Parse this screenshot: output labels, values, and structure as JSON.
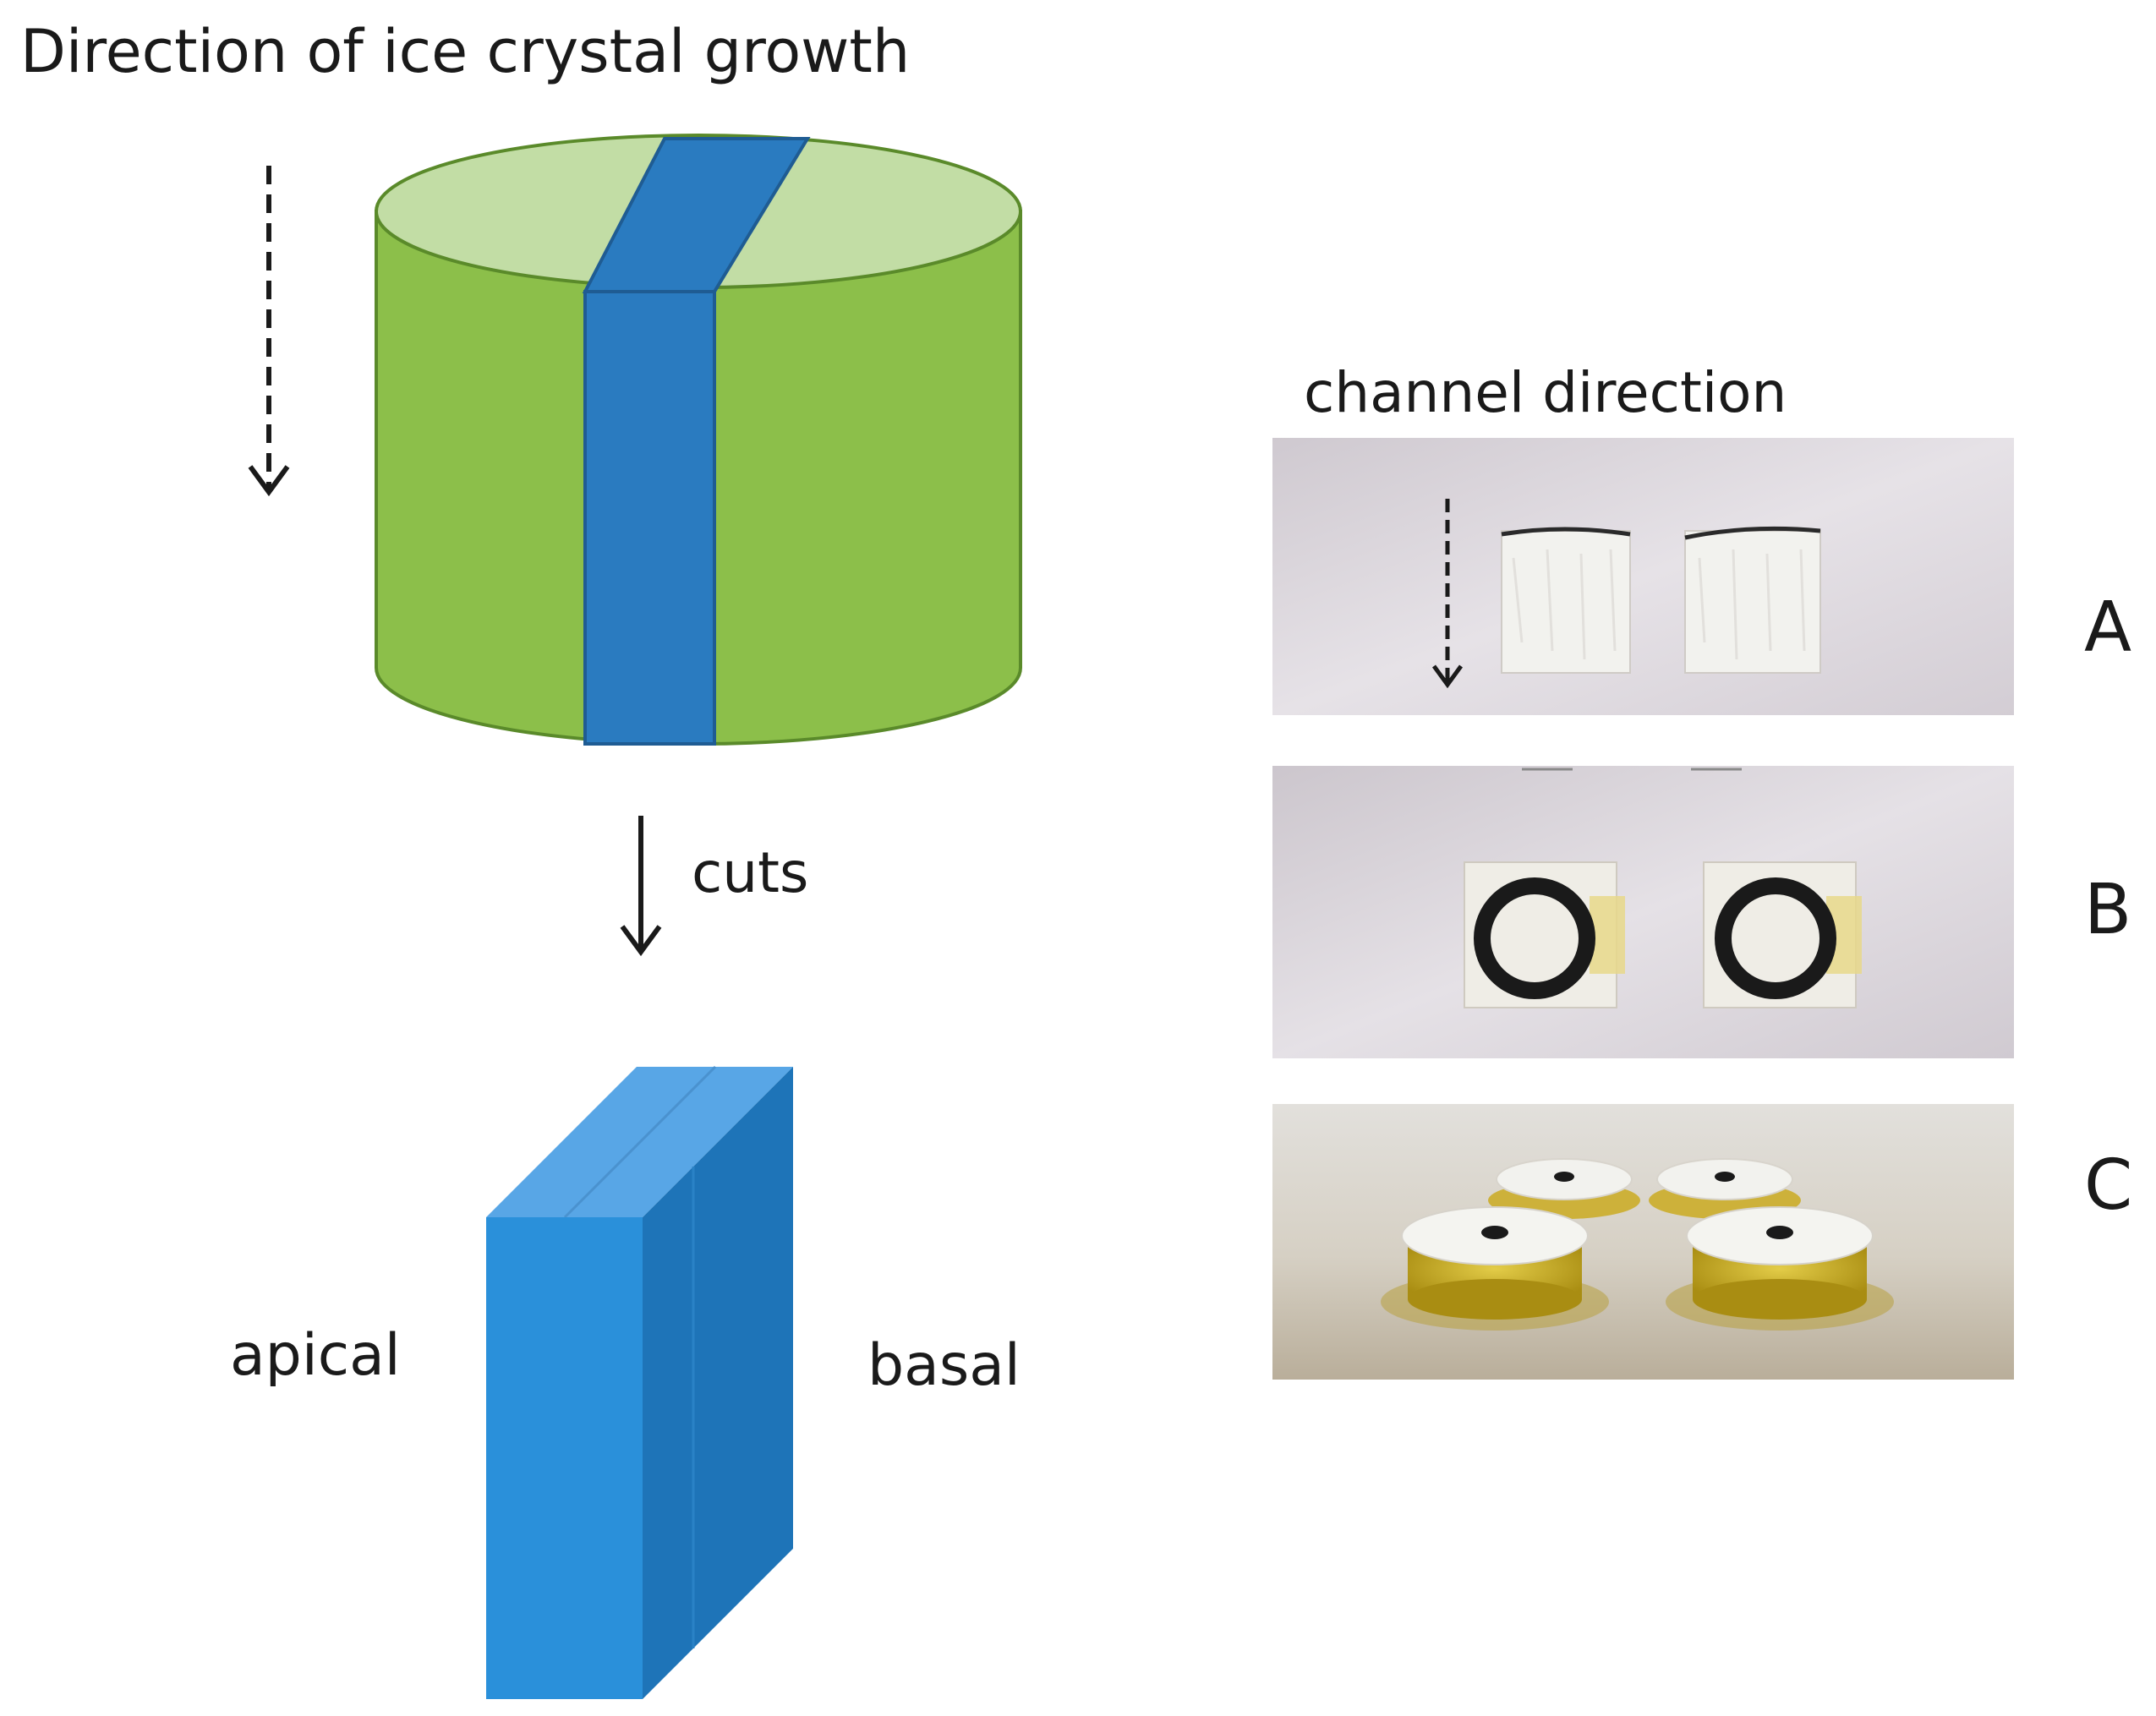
{
  "figure": {
    "title": "Direction of ice crystal growth",
    "channel_label": "channel direction",
    "cuts_label": "cuts",
    "apical_label": "apical",
    "basal_label": "basal",
    "panels": [
      {
        "letter": "A",
        "content": "two cut scaffold squares on a white surface with a dashed downward channel-direction arrow"
      },
      {
        "letter": "B",
        "content": "two scaffold squares each fitted with a black rubber o-ring"
      },
      {
        "letter": "C",
        "content": "four mounted samples in yellow holders with white caps"
      }
    ]
  },
  "colors": {
    "cylinder_body": "#8CBF4A",
    "cylinder_top": "#C2DDA5",
    "cylinder_outline": "#5A8A2A",
    "blue_band": "#2A7BC0",
    "blue_band_outline": "#1F5C93",
    "block_front": "#2A90DA",
    "block_top": "#58A6E6",
    "block_side": "#1E74B8",
    "photo_bg_a": "#E1DDE2",
    "photo_bg_c": "#D2CBBD",
    "sample_white": "#F2F2EE",
    "oring_black": "#1A1A1A",
    "holder_yellow": "#C9AE1E"
  },
  "icons": [
    "dashed-down-arrow-icon",
    "solid-down-arrow-icon",
    "cylinder-icon",
    "rectangular-block-icon"
  ]
}
